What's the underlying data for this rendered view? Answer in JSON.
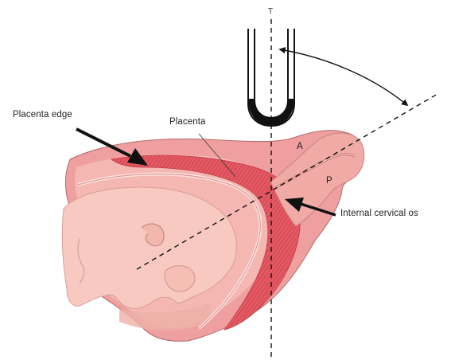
{
  "labels": {
    "transducer": "T",
    "placenta_edge": "Placenta edge",
    "placenta": "Placenta",
    "anterior_lip": "A",
    "posterior_lip": "P",
    "internal_os": "Internal cervical os"
  },
  "colors": {
    "uterus_outer": "#ef9f9f",
    "uterus_wall": "#f4b7b2",
    "uterus_inner": "#f6c6c0",
    "placenta": "#e4555f",
    "placenta_dark": "#c93a45",
    "fetus_skin": "#f7c9c1",
    "fetus_shadow": "#e9a79f",
    "cervix": "#f1aba6",
    "line": "#111111"
  }
}
